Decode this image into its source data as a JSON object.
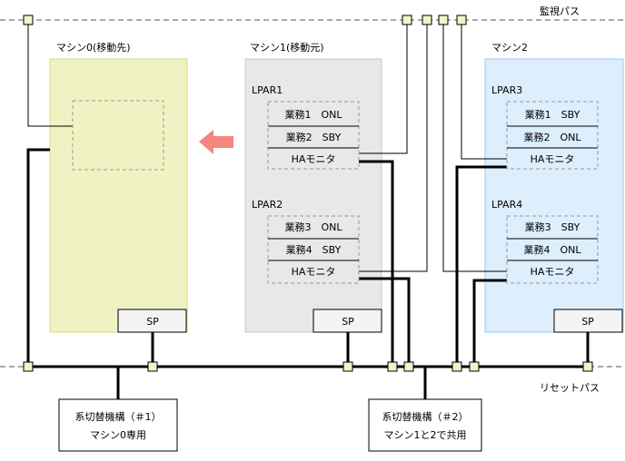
{
  "paths": {
    "monitor": "監視パス",
    "reset": "リセットパス"
  },
  "machines": [
    {
      "title": "マシン0(移動先)",
      "sp": "SP",
      "lpars": [],
      "fill": "#f0f2c4",
      "stroke": "#d4dc84"
    },
    {
      "title": "マシン1(移動元)",
      "sp": "SP",
      "fill": "#e8e8e8",
      "stroke": "#c8c8c8",
      "lpars": [
        {
          "name": "LPAR1",
          "rows": [
            "業務1　ONL",
            "業務2　SBY",
            "HAモニタ"
          ]
        },
        {
          "name": "LPAR2",
          "rows": [
            "業務3　ONL",
            "業務4　SBY",
            "HAモニタ"
          ]
        }
      ]
    },
    {
      "title": "マシン2",
      "sp": "SP",
      "fill": "#ddeefc",
      "stroke": "#9ccaf0",
      "lpars": [
        {
          "name": "LPAR3",
          "rows": [
            "業務1　SBY",
            "業務2　ONL",
            "HAモニタ"
          ]
        },
        {
          "name": "LPAR4",
          "rows": [
            "業務3　SBY",
            "業務4　ONL",
            "HAモニタ"
          ]
        }
      ]
    }
  ],
  "switches": [
    {
      "lines": [
        "系切替機構（＃1）",
        "マシン0専用"
      ]
    },
    {
      "lines": [
        "系切替機構（＃2）",
        "マシン1と2で共用"
      ]
    }
  ],
  "colors": {
    "arrow": "#f4857f",
    "node": "#f4f2c8"
  }
}
